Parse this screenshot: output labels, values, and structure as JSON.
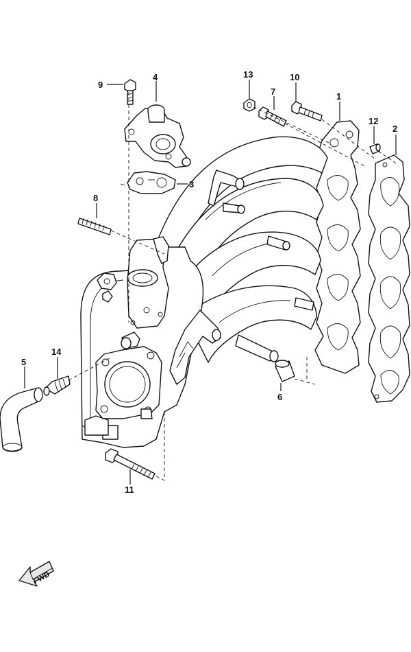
{
  "diagram": {
    "callouts": [
      {
        "id": "c1",
        "label": "1"
      },
      {
        "id": "c2",
        "label": "2"
      },
      {
        "id": "c3",
        "label": "3"
      },
      {
        "id": "c4",
        "label": "4"
      },
      {
        "id": "c5",
        "label": "5"
      },
      {
        "id": "c6",
        "label": "6"
      },
      {
        "id": "c7",
        "label": "7"
      },
      {
        "id": "c8",
        "label": "8"
      },
      {
        "id": "c9",
        "label": "9"
      },
      {
        "id": "c10",
        "label": "10"
      },
      {
        "id": "c11",
        "label": "11"
      },
      {
        "id": "c12",
        "label": "12"
      },
      {
        "id": "c13",
        "label": "13"
      },
      {
        "id": "c14",
        "label": "14"
      }
    ],
    "direction_label": "FWD"
  }
}
